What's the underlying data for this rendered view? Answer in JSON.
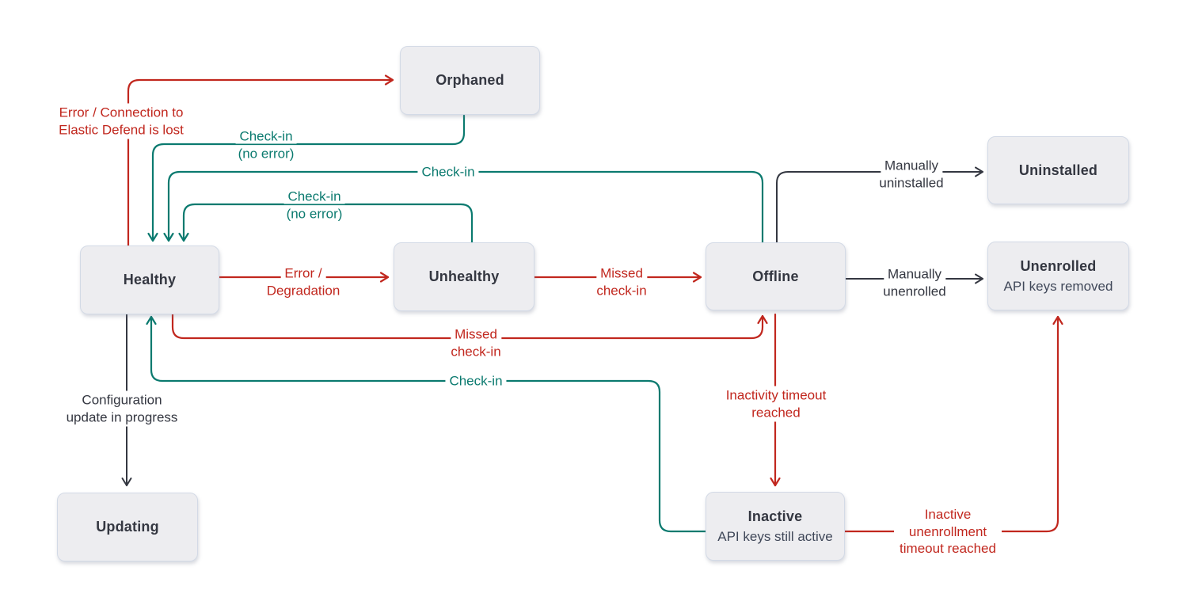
{
  "colors": {
    "red": "#c1271e",
    "teal": "#0b7a6f",
    "dark": "#343741",
    "box-fill": "#ededf0",
    "box-border": "#d3dae6"
  },
  "nodes": {
    "orphaned": {
      "title": "Orphaned"
    },
    "uninstalled": {
      "title": "Uninstalled"
    },
    "healthy": {
      "title": "Healthy"
    },
    "unhealthy": {
      "title": "Unhealthy"
    },
    "offline": {
      "title": "Offline"
    },
    "unenrolled": {
      "title": "Unenrolled",
      "subtitle": "API keys removed"
    },
    "updating": {
      "title": "Updating"
    },
    "inactive": {
      "title": "Inactive",
      "subtitle": "API keys still active"
    }
  },
  "edges": {
    "error_connection": {
      "from": "Healthy",
      "to": "Orphaned",
      "color": "red",
      "rows": [
        "Error / Connection to",
        "Elastic Defend is lost"
      ]
    },
    "checkin_orphaned": {
      "from": "Orphaned",
      "to": "Healthy",
      "color": "teal",
      "rows": [
        "Check-in",
        "(no error)"
      ]
    },
    "checkin_offline": {
      "from": "Offline",
      "to": "Healthy",
      "color": "teal",
      "rows": [
        "Check-in"
      ]
    },
    "checkin_unhealthy": {
      "from": "Unhealthy",
      "to": "Healthy",
      "color": "teal",
      "rows": [
        "Check-in",
        "(no error)"
      ]
    },
    "error_degradation": {
      "from": "Healthy",
      "to": "Unhealthy",
      "color": "red",
      "rows": [
        "Error /",
        "Degradation"
      ]
    },
    "missed_checkin_unhealthy": {
      "from": "Unhealthy",
      "to": "Offline",
      "color": "red",
      "rows": [
        "Missed",
        "check-in"
      ]
    },
    "manually_uninstalled": {
      "from": "Offline",
      "to": "Uninstalled",
      "color": "dark",
      "rows": [
        "Manually",
        "uninstalled"
      ]
    },
    "manually_unenrolled": {
      "from": "Offline",
      "to": "Unenrolled",
      "color": "dark",
      "rows": [
        "Manually",
        "unenrolled"
      ]
    },
    "missed_checkin_healthy": {
      "from": "Healthy",
      "to": "Offline",
      "color": "red",
      "rows": [
        "Missed",
        "check-in"
      ]
    },
    "checkin_inactive": {
      "from": "Inactive",
      "to": "Healthy",
      "color": "teal",
      "rows": [
        "Check-in"
      ]
    },
    "configuration": {
      "from": "Healthy",
      "to": "Updating",
      "color": "dark",
      "rows": [
        "Configuration",
        "update in progress"
      ]
    },
    "inactivity_timeout": {
      "from": "Offline",
      "to": "Inactive",
      "color": "red",
      "rows": [
        "Inactivity timeout",
        "reached"
      ]
    },
    "inactive_unenrollment": {
      "from": "Inactive",
      "to": "Unenrolled",
      "color": "red",
      "rows": [
        "Inactive",
        "unenrollment",
        "timeout reached"
      ]
    }
  }
}
